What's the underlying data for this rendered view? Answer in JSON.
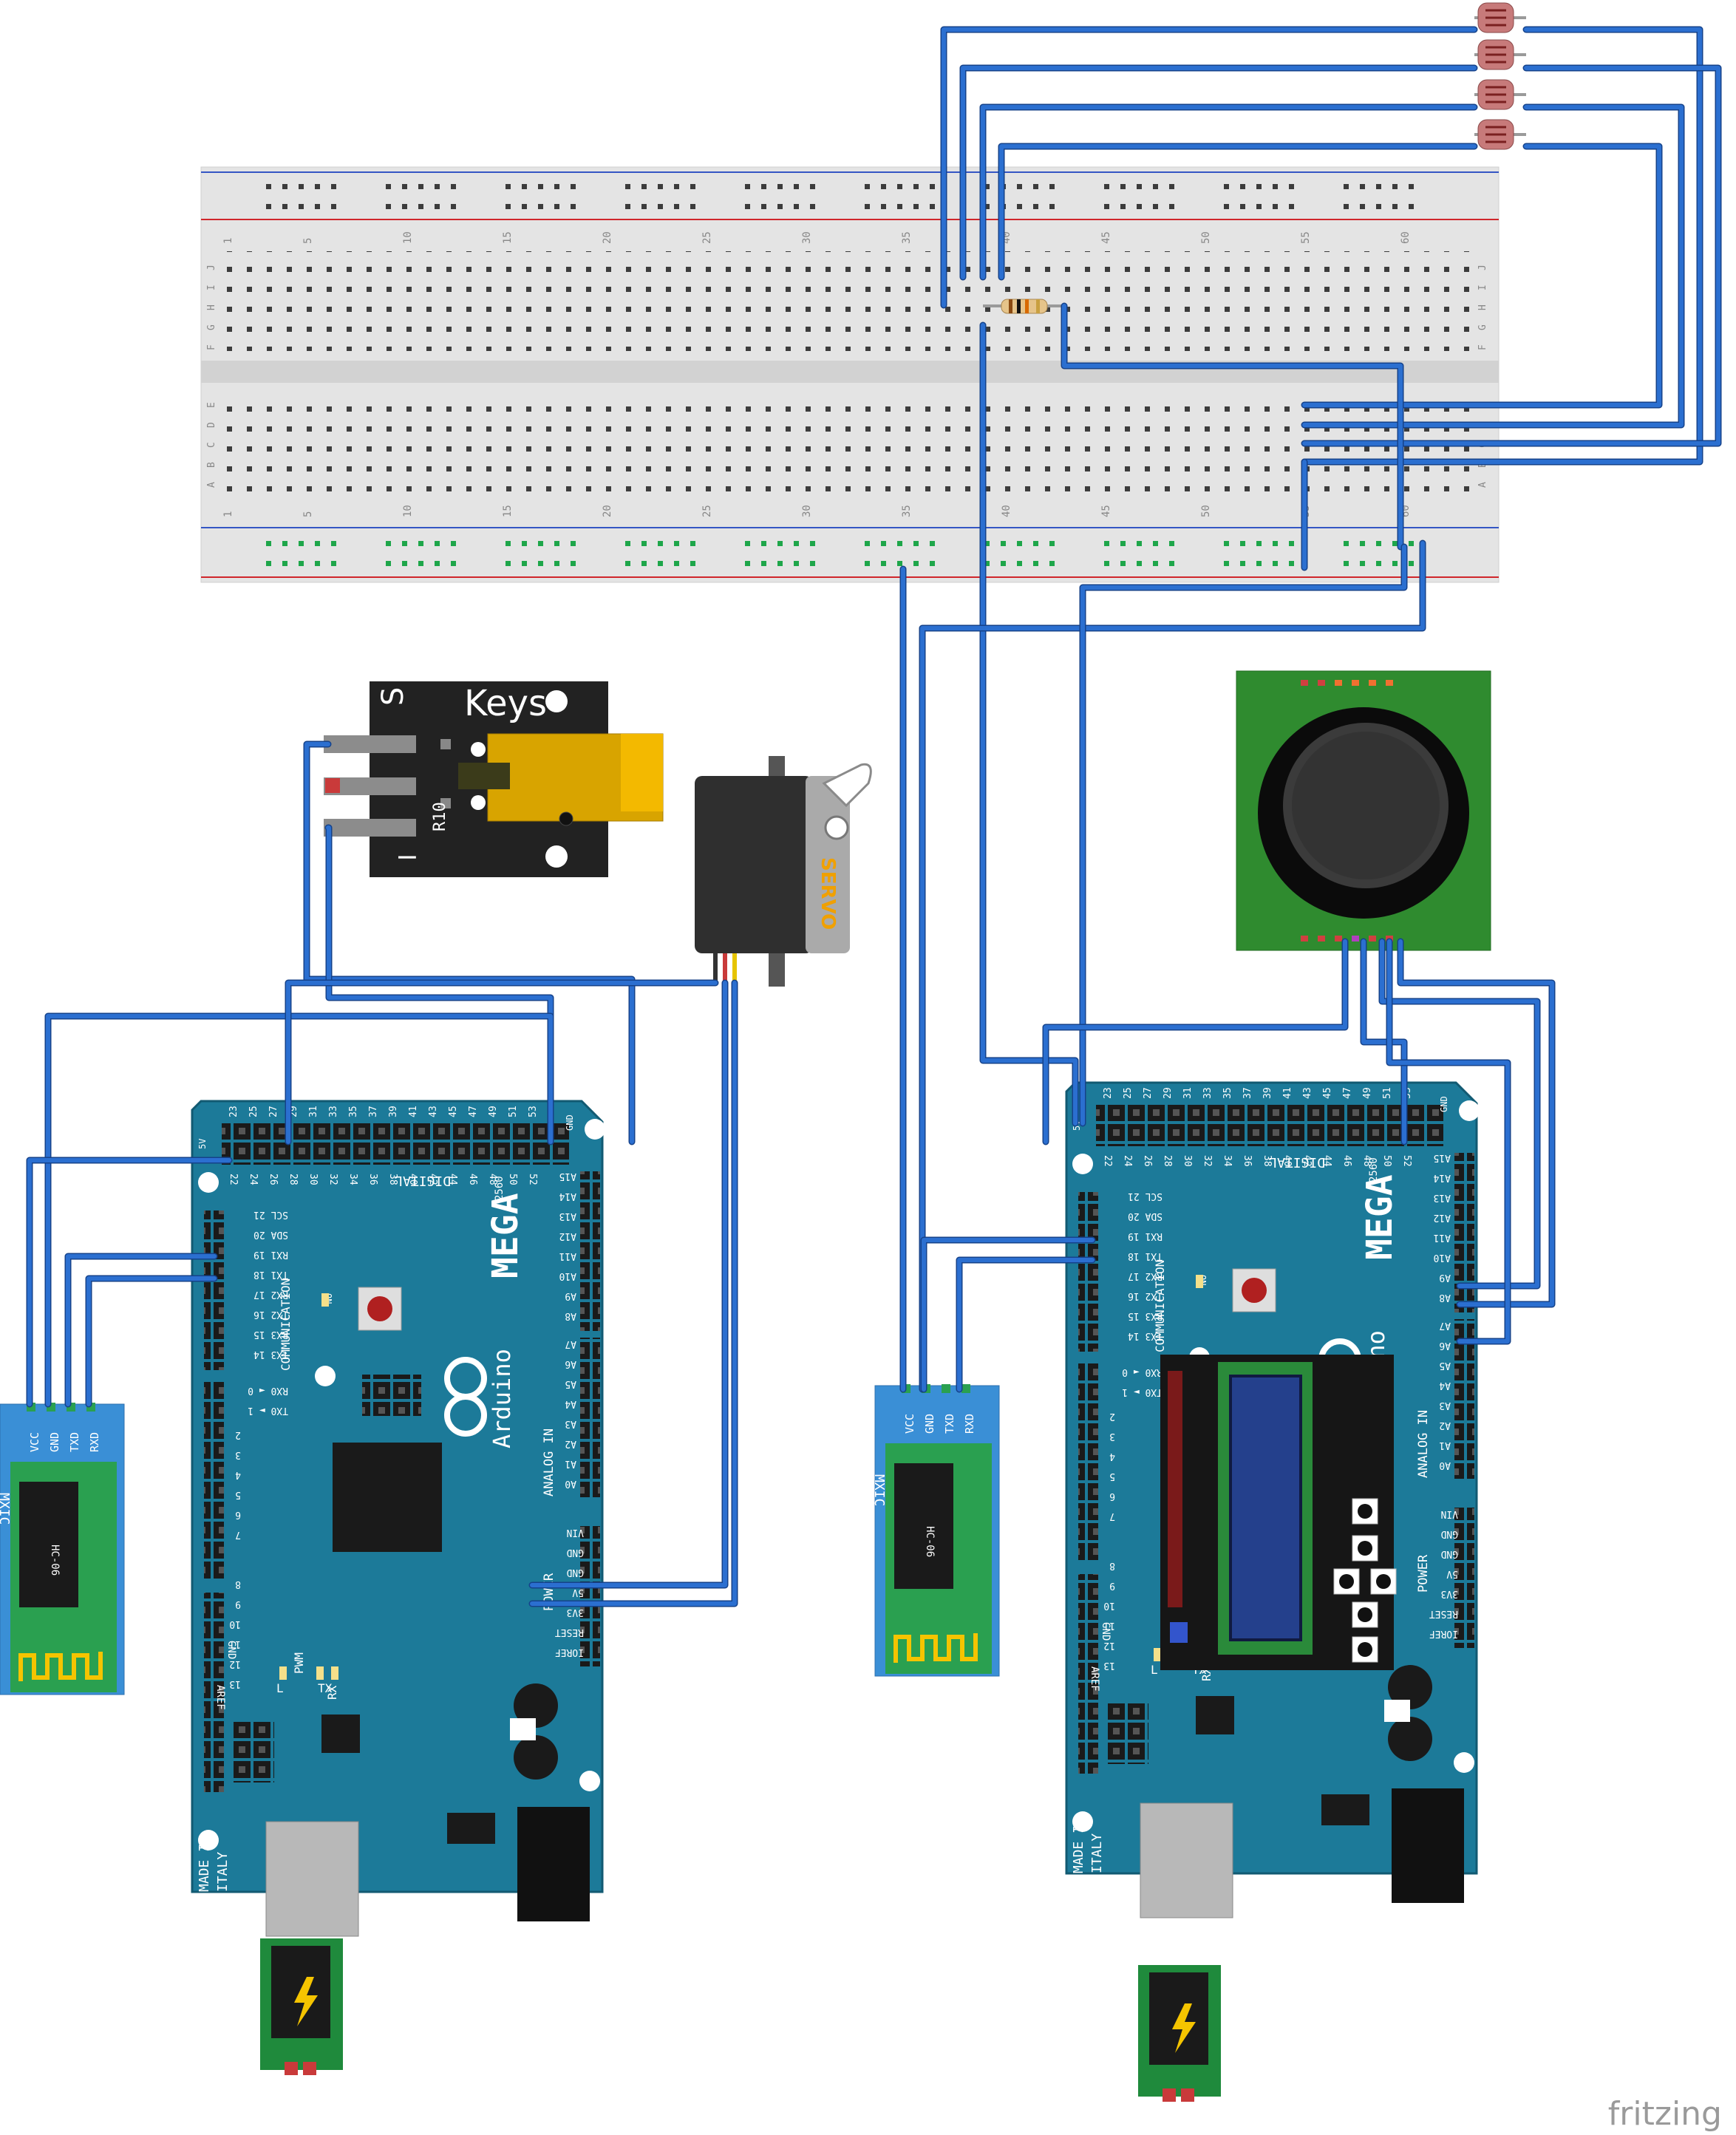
{
  "colors": {
    "wire": "#2b6fd0",
    "wire_edge": "#15428a",
    "arduino_board": "#1c7a99",
    "breadboard": "#e3e3e3",
    "rail_red": "#d0262b",
    "rail_blue": "#3456c4",
    "hc06_board": "#3a8fd6",
    "joystick_pcb": "#2e8b2e",
    "servo_body": "#333333",
    "servo_label": "#f0a000",
    "keyes_board": "#222222",
    "keyes_switch": "#d8a400",
    "lcd_shield": "#1a1a1a",
    "lcd_screen": "#24408c",
    "power_jack_pcb": "#1f8a3c"
  },
  "breadboard": {
    "column_numbers": [
      "1",
      "5",
      "10",
      "15",
      "20",
      "25",
      "30",
      "35",
      "40",
      "45",
      "50",
      "55",
      "60"
    ],
    "row_letters_top": [
      "J",
      "I",
      "H",
      "G",
      "F"
    ],
    "row_letters_bottom": [
      "E",
      "D",
      "C",
      "B",
      "A"
    ]
  },
  "keyes_module": {
    "brand": "Keys",
    "pin_s": "S",
    "pin_minus": "−",
    "resistor_label": "R10"
  },
  "servo": {
    "label": "SERVO"
  },
  "hc06": {
    "pin_labels": [
      "VCC",
      "GND",
      "TXD",
      "RXD"
    ],
    "chip_brand": "MXIC",
    "model": "HC-06"
  },
  "arduino": {
    "model_label": "MEGA",
    "model_suffix": "2560",
    "brand": "Arduino",
    "made_in": [
      "MADE IN",
      "ITALY"
    ],
    "digital_label": "DIGITAL",
    "communication_label": "COMMUNICATION",
    "analog_in_label": "ANALOG IN",
    "power_label": "POWER",
    "pwm_label": "PWM",
    "aref_label": "AREF",
    "gnd_label": "GND",
    "on_label": "ON",
    "led_l": "L",
    "led_tx": "TX",
    "led_rx": "RX",
    "top_header_odd": [
      "22",
      "24",
      "26",
      "28",
      "30",
      "32",
      "34",
      "36",
      "38",
      "40",
      "42",
      "44",
      "46",
      "48",
      "50",
      "52"
    ],
    "top_header_even": [
      "23",
      "25",
      "27",
      "29",
      "31",
      "33",
      "35",
      "37",
      "39",
      "41",
      "43",
      "45",
      "47",
      "49",
      "51",
      "53"
    ],
    "header_5v": "5V",
    "header_gnd": "GND",
    "comm_pins": [
      "SCL 21",
      "SDA 20",
      "RX1 19",
      "TX1 18",
      "RX2 17",
      "TX2 16",
      "RX3 15",
      "TX3 14"
    ],
    "serial0": [
      "RX0 ◄ 0",
      "TX0 ► 1"
    ],
    "pwm_pins": [
      "2",
      "3",
      "4",
      "5",
      "6",
      "7",
      "8",
      "9",
      "10",
      "11",
      "12",
      "13"
    ],
    "analog_high": [
      "A15",
      "A14",
      "A13",
      "A12",
      "A11",
      "A10",
      "A9",
      "A8"
    ],
    "analog_low": [
      "A7",
      "A6",
      "A5",
      "A4",
      "A3",
      "A2",
      "A1",
      "A0"
    ],
    "power_pins": [
      "VIN",
      "GND",
      "GND",
      "5V",
      "3V3",
      "RESET",
      "IOREF"
    ]
  },
  "watermark": "fritzing"
}
